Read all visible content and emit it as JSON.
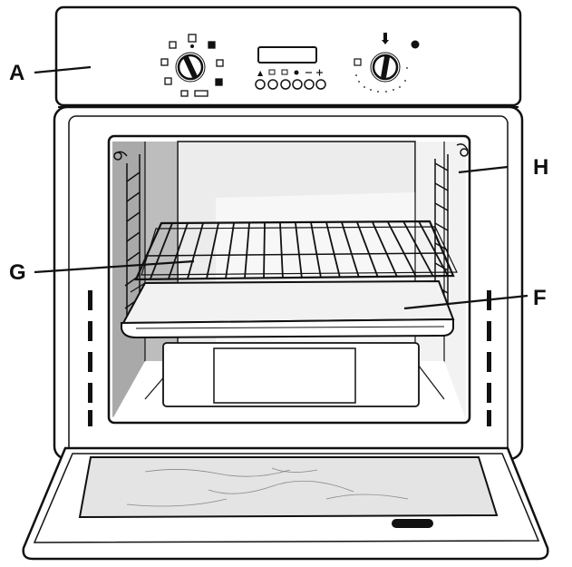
{
  "labels": {
    "a": "A",
    "f": "F",
    "g": "G",
    "h": "H"
  }
}
